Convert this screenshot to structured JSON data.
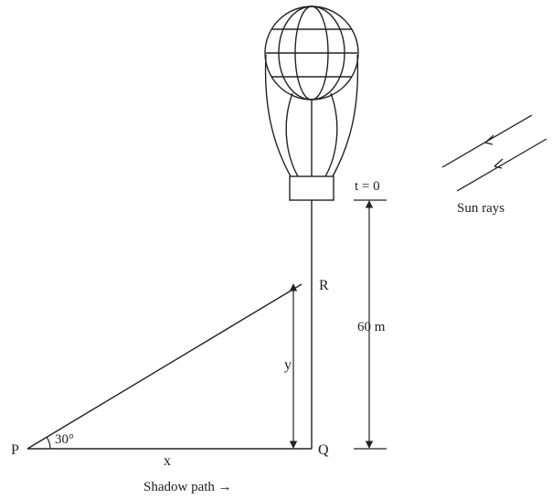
{
  "labels": {
    "t0": "t = 0",
    "sun_rays": "Sun rays",
    "height": "60 m",
    "R": "R",
    "P": "P",
    "Q": "Q",
    "y": "y",
    "x": "x",
    "angle": "30°",
    "shadow_path": "Shadow path →"
  },
  "colors": {
    "ink": "#222222"
  }
}
